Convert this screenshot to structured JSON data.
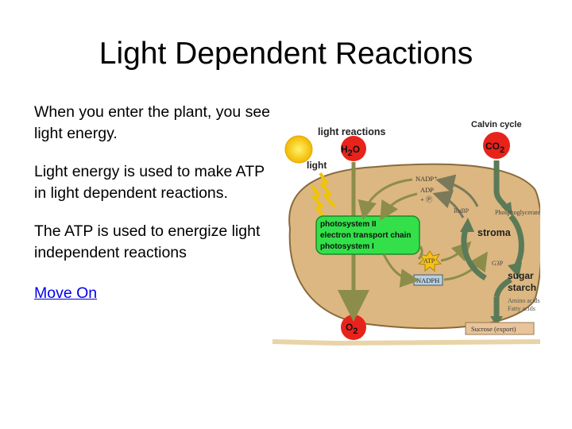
{
  "slide": {
    "title": "Light Dependent Reactions",
    "paragraphs": [
      "When you enter the plant, you see light energy.",
      "Light energy is used to make ATP in light dependent reactions.",
      "The ATP is used to energize light independent reactions"
    ],
    "link_text": "Move On"
  },
  "diagram": {
    "light_reactions": "light reactions",
    "light": "light",
    "calvin_cycle": "Calvin cycle",
    "h2o_h": "H",
    "h2o_sub": "2",
    "h2o_o": "O",
    "co2_co": "CO",
    "co2_sub": "2",
    "o2_o": "O",
    "o2_sub": "2",
    "photosystem_ii": "photosystem II",
    "electron_transport": "electron transport chain",
    "photosystem_i": "photosystem I",
    "nadp": "NADP⁺",
    "adp": "ADP",
    "pi": "+ Ⓟ",
    "atp": "ATP",
    "nadph": "NADPH",
    "rubp": "RuBP",
    "phosphoglycerate": "Phosphoglycerate",
    "stroma": "stroma",
    "g3p": "G3P",
    "sugar": "sugar",
    "starch": "starch",
    "amino_acids": "Amino acids",
    "fatty_acids": "Fatty acids",
    "sucrose": "Sucrose (export)"
  },
  "colors": {
    "chloroplast_fill": "#dcb781",
    "chloroplast_edge": "#8a6a3c",
    "thylakoid": "#33e04a",
    "arrow_olive": "#8c8d4a",
    "arrow_green": "#5b7a58",
    "molecule_red": "#e8231b",
    "link": "#0000ee"
  }
}
